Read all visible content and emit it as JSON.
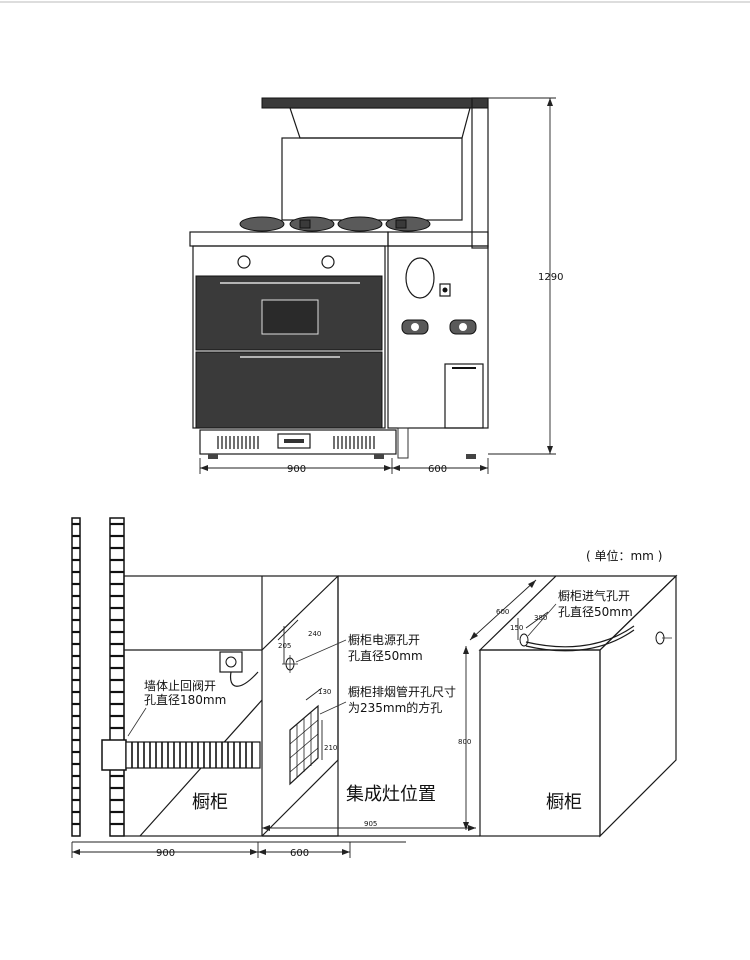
{
  "unit_note": "( 单位：mm )",
  "top_view": {
    "height_label": "1290",
    "width_left_label": "900",
    "width_right_label": "600"
  },
  "bottom_view": {
    "wall_valve_note_1": "墙体止回阀开",
    "wall_valve_note_2": "孔直径180mm",
    "power_note_1": "橱柜电源孔开",
    "power_note_2": "孔直径50mm",
    "exhaust_note_1": "橱柜排烟管开孔尺寸",
    "exhaust_note_2": "为235mm的方孔",
    "air_note_1": "橱柜进气孔开",
    "air_note_2": "孔直径50mm",
    "cabinet_left": "橱柜",
    "stove_position": "集成灶位置",
    "cabinet_right": "橱柜",
    "dims": {
      "d240": "240",
      "d205": "205",
      "d130": "130",
      "d210": "210",
      "d800": "800",
      "d905": "905",
      "d600_top": "600",
      "d380": "380",
      "d150": "150",
      "d900_bottom": "900",
      "d600_bottom": "600"
    }
  }
}
